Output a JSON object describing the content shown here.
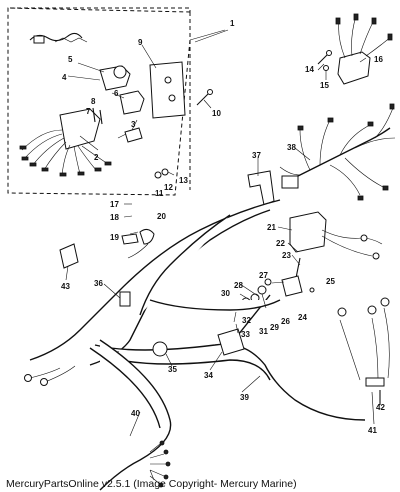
{
  "caption": "MercuryPartsOnline v2.5.1 (Image Copyright- Mercury Marine)",
  "callouts": [
    "1",
    "2",
    "3",
    "4",
    "5",
    "6",
    "7",
    "8",
    "9",
    "10",
    "11",
    "12",
    "13",
    "14",
    "15",
    "16",
    "17",
    "18",
    "19",
    "20",
    "21",
    "22",
    "23",
    "24",
    "25",
    "26",
    "27",
    "28",
    "29",
    "30",
    "31",
    "32",
    "33",
    "34",
    "35",
    "36",
    "37",
    "38",
    "39",
    "40",
    "41",
    "42",
    "43"
  ]
}
